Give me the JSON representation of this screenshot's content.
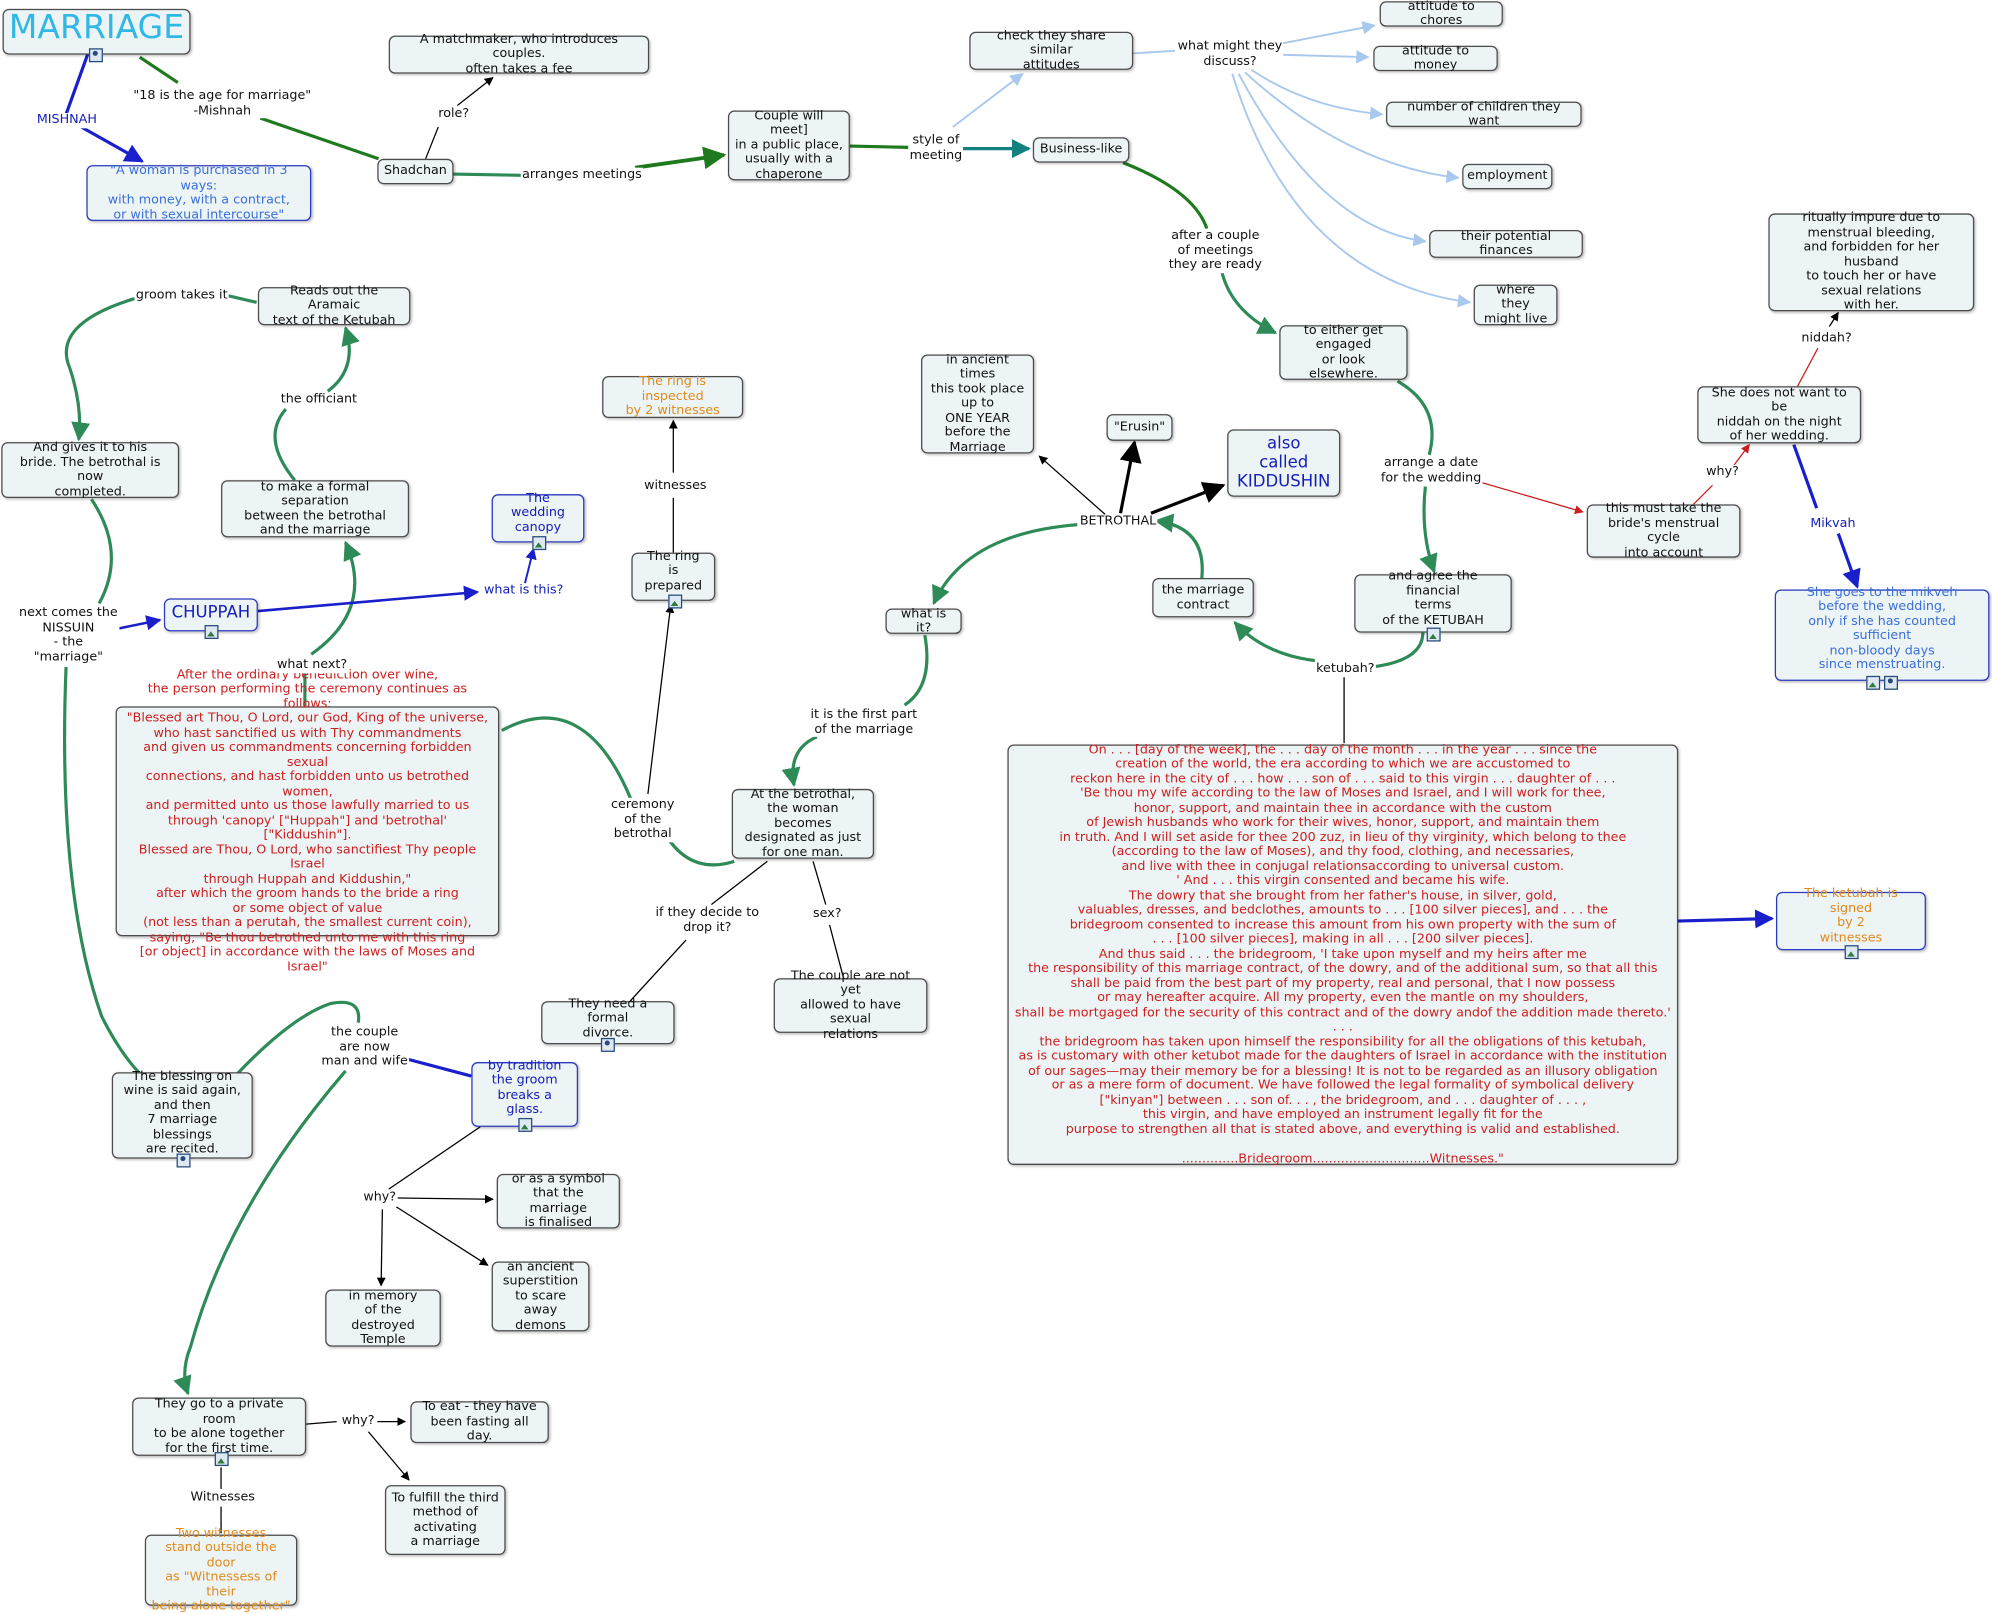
{
  "title": "MARRIAGE",
  "colors": {
    "green": "#2e8b57",
    "dark_green": "#1f7a1f",
    "navy": "#1a1fcc",
    "light_blue": "#a9c8ee",
    "red": "#cc1f1f",
    "black": "#000000",
    "teal": "#158080",
    "node_fill": "#edf4f5"
  },
  "icons": {
    "image": "image-icon",
    "people": "people-icon"
  },
  "nodes": {
    "marriage": "MARRIAGE",
    "purchased": "\"A woman is purchased in 3 ways:\nwith money, with a contract,\nor with sexual intercourse\"",
    "matchmaker": "A matchmaker, who introduces couples.\noften takes a fee",
    "shadchan": "Shadchan",
    "couple_meet": "Couple will meet]\nin a public place,\nusually with a\nchaperone",
    "check_share": "check they share similar\nattitudes",
    "business_like": "Business-like",
    "attitude_chores": "attitude to chores",
    "attitude_money": "attitude to money",
    "number_children": "number of children they want",
    "employment": "employment",
    "potential_finances": "their potential finances",
    "where_live": "where they\nmight live",
    "ritually_impure": "ritually impure due to\nmenstrual bleeding,\nand forbidden for her husband\nto touch her or have\nsexual relations\nwith her.",
    "reads_aramaic": "Reads out the Aramaic\ntext of the Ketubah",
    "gives_bride": "And gives it to his\nbride. The betrothal is now\ncompleted.",
    "ring_inspected": "The ring is inspected\nby 2 witnesses",
    "ancient_times": "in ancient times\nthis took place\nup to\nONE YEAR\nbefore the\nMarriage",
    "erusin": "\"Erusin\"",
    "kiddushin": "also\ncalled\nKIDDUSHIN",
    "get_engaged": "to either get\nengaged\nor look elsewhere.",
    "niddah_night": "She does not want to be\nniddah on the night\nof her wedding.",
    "formal_separation": "to make a formal separation\nbetween the betrothal\nand the marriage",
    "wedding_canopy": "The wedding\ncanopy",
    "ring_prepared": "The ring\nis prepared",
    "chuppah": "CHUPPAH",
    "menstrual_cycle": "this must take the\nbride's menstrual cycle\ninto account",
    "marriage_contract": "the marriage\ncontract",
    "financial_terms": "and agree the financial\nterms\nof the KETUBAH",
    "what_is_it": "what is it?",
    "mikveh": "She goes to the mikveh\nbefore the wedding,\nonly if she has counted sufficient\nnon-bloody days\nsince menstruating.",
    "benediction": "After the ordinary benediction over wine,\nthe person performing the ceremony continues as follows:\n\"Blessed art Thou, O Lord, our God, King of the universe,\nwho hast sanctified us with Thy commandments\nand given us commandments concerning forbidden sexual\nconnections, and hast forbidden unto us  betrothed women,\nand permitted unto us those lawfully married to us\nthrough 'canopy' [\"Huppah\"] and 'betrothal' [\"Kiddushin\"].\nBlessed are Thou, O Lord, who sanctifiest Thy people Israel\nthrough Huppah and Kiddushin,\"\nafter which the groom hands to the bride a ring\nor some object of value\n(not less than a perutah, the smallest current coin),\nsaying, \"Be thou betrothed unto me with this ring\n[or object] in accordance with the laws of Moses and Israel\"",
    "at_betrothal": "At the betrothal,\nthe woman becomes\ndesignated as just\nfor one man.",
    "ketubah_text": "On . . . [day of the week], the . . . day of the month . . . in the year . . . since the\ncreation of the world, the era according to which we are accustomed to\nreckon here in the city of . . . how . . . son of . . . said to this virgin . . . daughter of . . .\n'Be thou my wife according to the law of Moses and Israel, and I will work for thee,\nhonor, support, and maintain thee in accordance with the custom\nof Jewish husbands who work for their wives, honor, support, and maintain them\nin truth. And I will set aside for thee 200 zuz, in lieu of thy virginity, which belong to thee\n(according to the law of Moses), and thy food, clothing, and necessaries,\nand live with thee in conjugal relationsaccording to universal custom.\n' And . . . this virgin consented and became his wife.\nThe dowry that she brought from her father's house, in silver, gold,\nvaluables, dresses, and bedclothes, amounts to . . . [100 silver pieces], and . . . the\nbridegroom consented to increase this amount from his own property with the sum of\n. . . [100 silver pieces], making in all . . . [200 silver pieces].\nAnd thus said . . . the bridegroom, 'I take upon myself and my heirs after me\nthe responsibility of this marriage contract, of the dowry, and of the additional sum, so that all this\nshall be paid from the best part of my property, real and personal, that I now possess\nor may hereafter acquire. All my property, even the mantle on my shoulders,\nshall be mortgaged for the security of this contract and of the dowry andof the addition made thereto.' . . .\nthe bridegroom has taken upon himself the responsibility for all the obligations of this ketubah,\nas is customary with other ketubot made for the daughters of Israel in accordance with the institution\nof our sages—may their memory be for a blessing! It is not to be regarded as an illusory obligation\nor as a mere form of document. We have followed the legal formality of symbolical delivery\n[\"kinyan\"] between . . . son of. . . , the bridegroom, and . . . daughter of . . . ,\nthis virgin, and have employed an instrument legally fit for the\npurpose to strengthen all that is stated above, and everything is valid and established.\n\n..............Bridegroom.............................Witnesses.\"",
    "ketubah_signed": "The ketubah is signed\nby 2\nwitnesses",
    "formal_divorce": "They need a formal\ndivorce.",
    "not_allowed": "The couple are not yet\nallowed to have sexual\nrelations",
    "blessing_wine": "The blessing on\nwine is said again,\nand then\n7 marriage blessings\nare recited.",
    "breaks_glass": "by tradition\nthe groom\nbreaks a glass.",
    "symbol_finalised": "or as a symbol\nthat the marriage\nis finalised",
    "memory_temple": "in memory\nof the destroyed\nTemple",
    "superstition": "an ancient\nsuperstition\nto scare away\ndemons",
    "private_room": "They go to a private room\nto be alone together\nfor the first time.",
    "to_eat": "To eat - they have\nbeen fasting all day.",
    "third_method": "To fulfill the third\nmethod of\nactivating\na marriage",
    "two_witnesses": "Two witnesses\nstand outside the door\nas \"Witnessess of their\nbeing alone together\""
  },
  "labels": {
    "mishnah": "MISHNAH",
    "age_18": "\"18 is the age for marriage\"\n-Mishnah",
    "role": "role?",
    "arranges_meetings": "arranges meetings",
    "style_meeting": "style of\nmeeting",
    "what_discuss": "what might they\ndiscuss?",
    "after_meetings": "after a couple\nof meetings\nthey are ready",
    "groom_takes": "groom takes it",
    "the_officiant": "the officiant",
    "witnesses": "witnesses",
    "niddah_q": "niddah?",
    "betrothal": "BETROTHAL",
    "arrange_date": "arrange a date\nfor the wedding",
    "why_1": "why?",
    "mikvah": "Mikvah",
    "what_is_this": "what is this?",
    "next_comes": "next comes the\nNISSUIN\n- the\n\"marriage\"",
    "what_next": "what next?",
    "ketubah_q": "ketubah?",
    "first_part": "it is the first part\nof the marriage",
    "ceremony": "ceremony\nof the\nbetrothal",
    "if_drop": "if they decide to\ndrop it?",
    "sex_q": "sex?",
    "couple_now": "the couple\nare now\nman and wife",
    "why_2": "why?",
    "why_3": "why?",
    "witnesses_2": "Witnesses"
  }
}
